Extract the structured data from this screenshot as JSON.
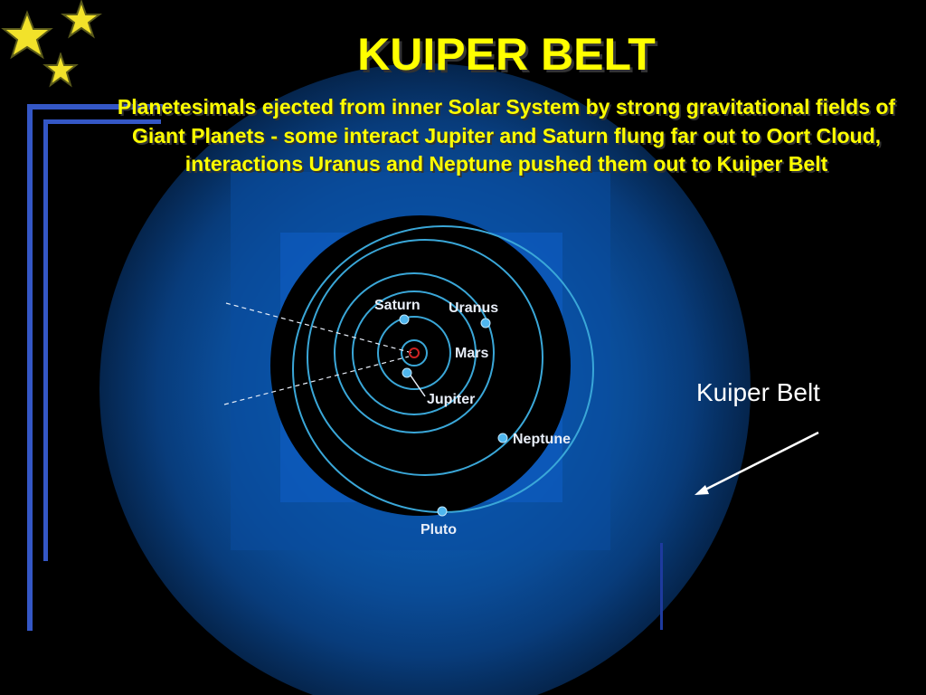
{
  "slide": {
    "title": "KUIPER BELT",
    "subtitle": "Planetesimals ejected from inner Solar System by strong gravitational fields of Giant Planets - some interact Jupiter and Saturn flung far out to Oort Cloud, interactions Uranus and Neptune pushed them out to Kuiper Belt",
    "callout_label": "Kuiper Belt"
  },
  "diagram": {
    "planets": {
      "saturn": "Saturn",
      "uranus": "Uranus",
      "mars": "Mars",
      "jupiter": "Jupiter",
      "neptune": "Neptune",
      "pluto": "Pluto"
    }
  },
  "colors": {
    "title": "#ffff00",
    "orbit": "#3aa7d8",
    "planet": "#4fb6ee",
    "sun": "#cc2222",
    "bars": "#3457c6"
  },
  "icons": [
    "star-icon",
    "arrow-icon"
  ]
}
